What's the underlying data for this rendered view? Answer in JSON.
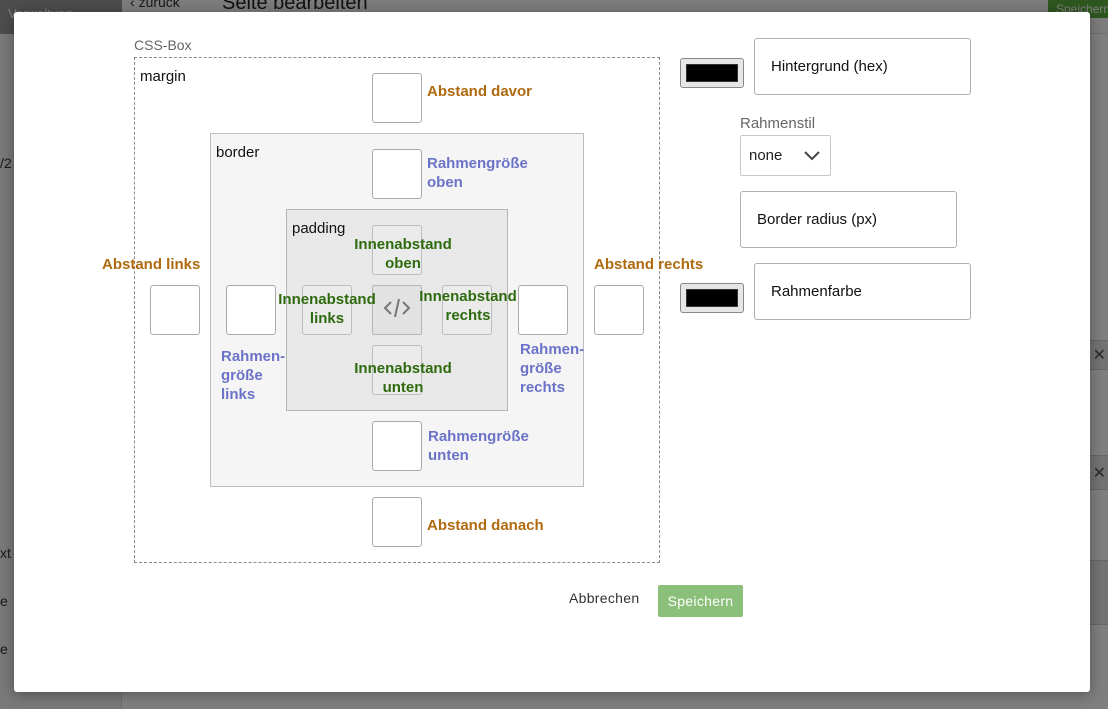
{
  "background": {
    "left_header": "Verwaltung",
    "back_label": "zurück",
    "page_title": "Seite bearbeiten",
    "save_label": "Speichern",
    "fragments": [
      "/2",
      "xt",
      "e",
      "e"
    ]
  },
  "modal": {
    "css_box_label": "CSS-Box",
    "zones": {
      "margin": "margin",
      "border": "border",
      "padding": "padding"
    },
    "margin_labels": {
      "top": "Abstand davor",
      "left": "Abstand links",
      "right": "Abstand rechts",
      "bottom": "Abstand danach"
    },
    "border_labels": {
      "top_1": "Rahmengröße",
      "top_2": "oben",
      "left_1": "Rahmen-",
      "left_2": "größe",
      "left_3": "links",
      "right_1": "Rahmen-",
      "right_2": "größe",
      "right_3": "rechts",
      "bottom_1": "Rahmengröße",
      "bottom_2": "unten"
    },
    "padding_labels": {
      "top_1": "Innenabstand",
      "top_2": "oben",
      "left_1": "Innenabstand",
      "left_2": "links",
      "right_1": "Innenabstand",
      "right_2": "rechts",
      "bottom_1": "Innenabstand",
      "bottom_2": "unten"
    },
    "center_icon": "code-icon",
    "background_color": {
      "swatch_color": "#000000",
      "placeholder": "Hintergrund (hex)"
    },
    "border_style": {
      "label": "Rahmenstil",
      "value": "none"
    },
    "border_radius": {
      "placeholder": "Border radius (px)"
    },
    "border_color": {
      "swatch_color": "#000000",
      "placeholder": "Rahmenfarbe"
    },
    "buttons": {
      "cancel": "Abbrechen",
      "save": "Speichern"
    }
  }
}
